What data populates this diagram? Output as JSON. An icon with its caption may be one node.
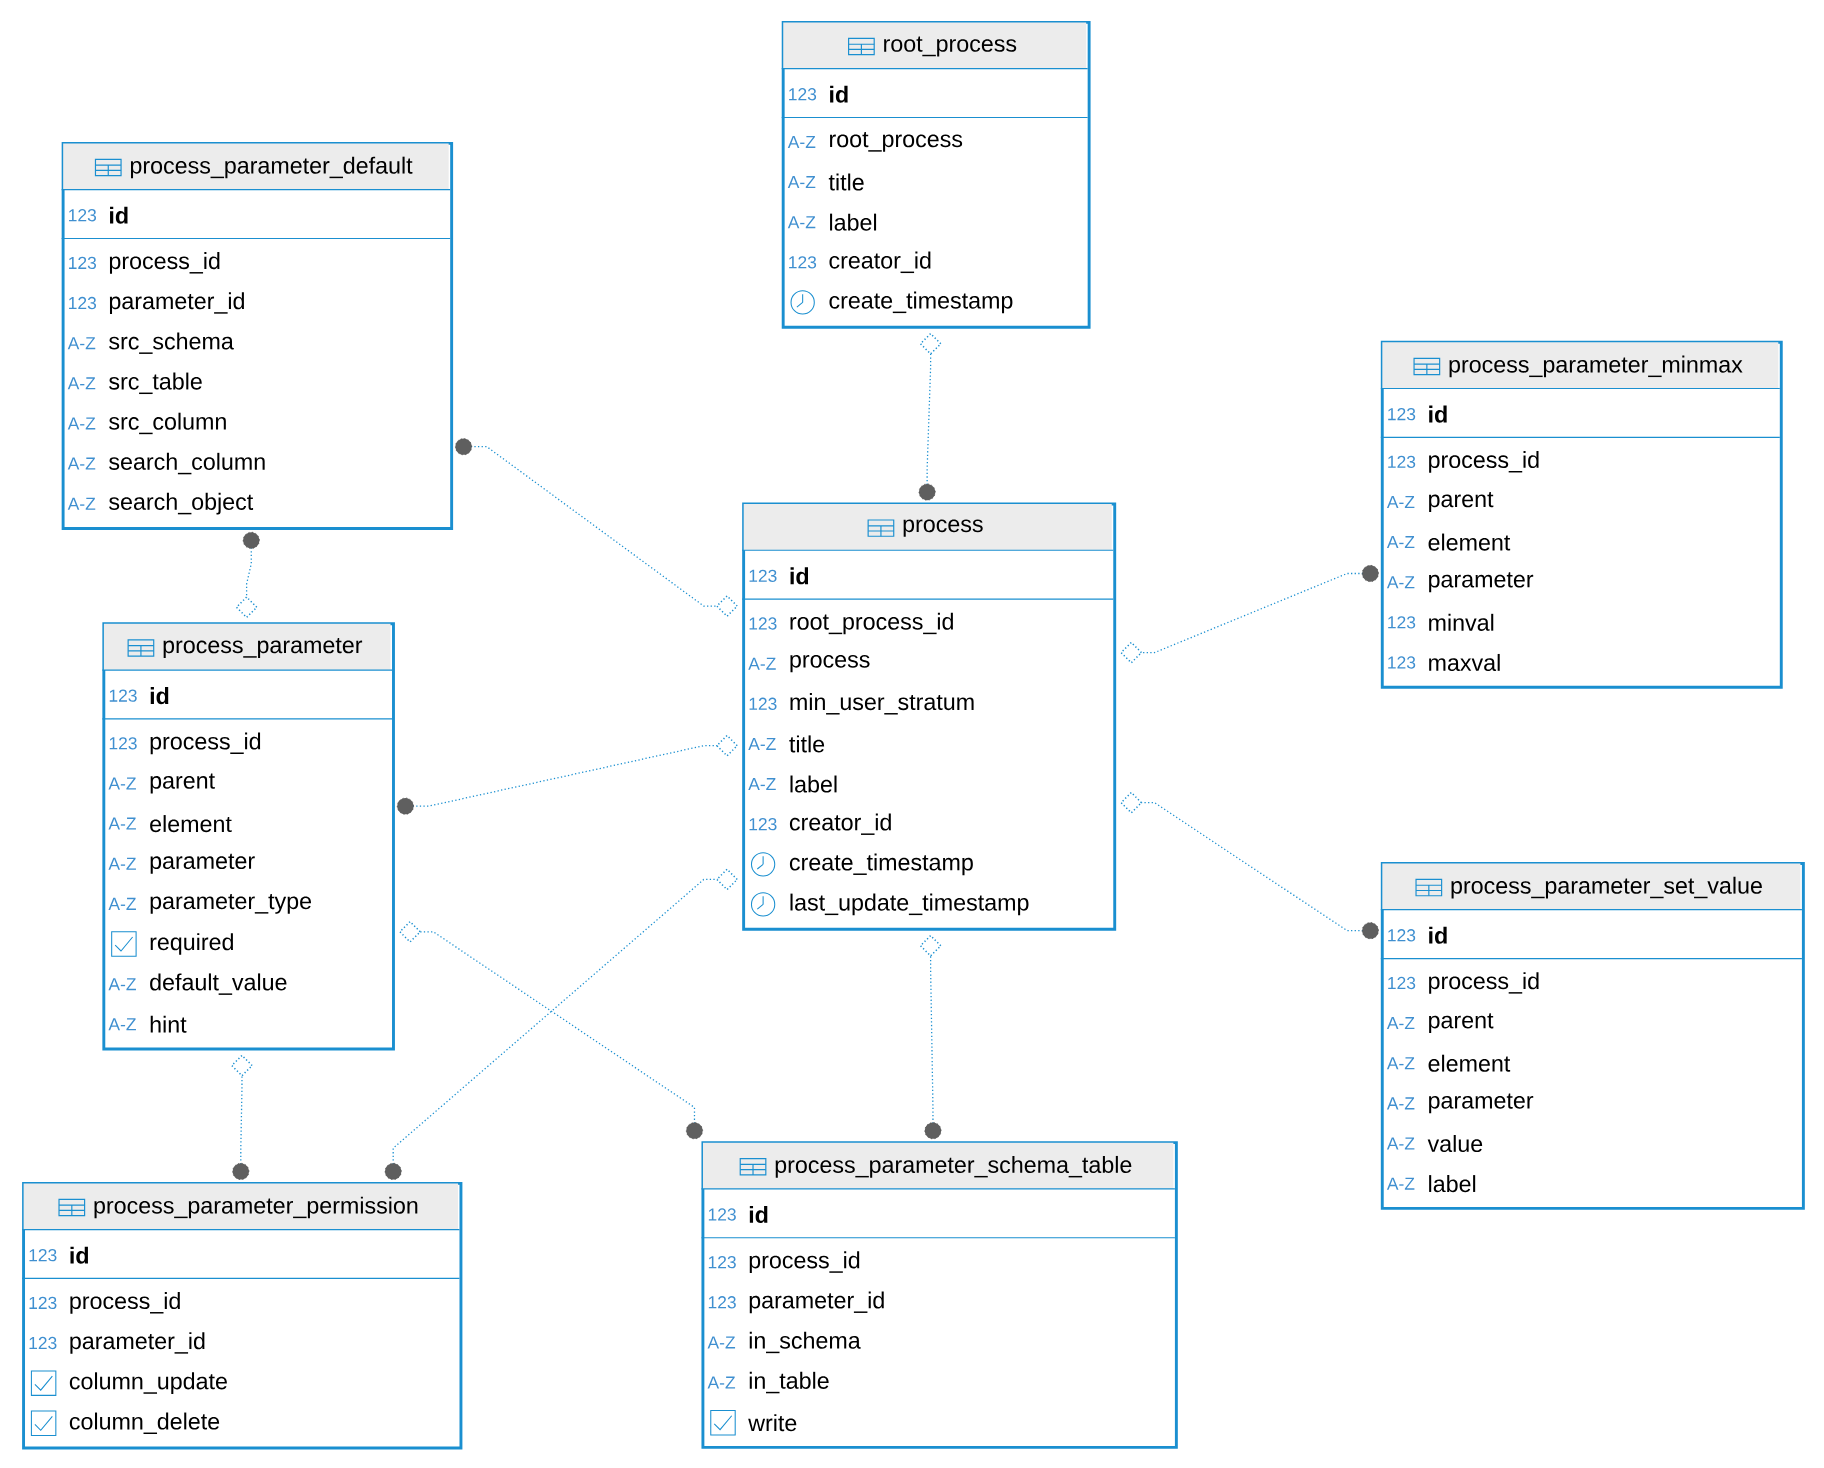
{
  "diagram": {
    "nodes": [
      {
        "text": [
          "root_process",
          "123",
          "id",
          "A-Z",
          "root_process",
          "A-Z",
          "title",
          "A-Z",
          "label",
          "123",
          "creator_id",
          "create_timestamp"
        ]
      },
      {
        "text": [
          "process_parameter_default",
          "123",
          "id",
          "123",
          "process_id",
          "123",
          "parameter_id",
          "A-Z",
          "src_schema",
          "A-Z",
          "src_table",
          "A-Z",
          "src_column",
          "A-Z",
          "search_column",
          "A-Z",
          "search_object"
        ]
      },
      {
        "text": [
          "process_parameter_minmax",
          "123",
          "id",
          "123",
          "process_id",
          "A-Z",
          "parent",
          "A-Z",
          "element",
          "A-Z",
          "parameter",
          "123",
          "minval",
          "123",
          "maxval"
        ]
      },
      {
        "text": [
          "process",
          "123",
          "id",
          "123",
          "root_process_id",
          "A-Z",
          "process",
          "123",
          "min_user_stratum",
          "A-Z",
          "title",
          "A-Z",
          "label",
          "123",
          "creator_id",
          "create_timestamp",
          "last_update_timestamp"
        ]
      },
      {
        "text": [
          "process_parameter",
          "123",
          "id",
          "123",
          "process_id",
          "A-Z",
          "parent",
          "A-Z",
          "element",
          "A-Z",
          "parameter",
          "A-Z",
          "parameter_type",
          "required",
          "A-Z",
          "default_value",
          "A-Z",
          "hint"
        ]
      },
      {
        "text": [
          "process_parameter_set_value",
          "123",
          "id",
          "123",
          "process_id",
          "A-Z",
          "parent",
          "A-Z",
          "element",
          "A-Z",
          "parameter",
          "A-Z",
          "value",
          "A-Z",
          "label"
        ]
      },
      {
        "text": [
          "process_parameter_permission",
          "123",
          "id",
          "123",
          "process_id",
          "123",
          "parameter_id",
          "column_update",
          "column_delete"
        ]
      },
      {
        "text": [
          "process_parameter_schema_table",
          "123",
          "id",
          "123",
          "process_id",
          "123",
          "parameter_id",
          "A-Z",
          "in_schema",
          "A-Z",
          "in_table",
          "write"
        ]
      }
    ],
    "edges": [
      {
        "from": 3,
        "to": 0,
        "arrow": "other"
      },
      {
        "from": 1,
        "to": 3,
        "arrow": "other"
      },
      {
        "from": 1,
        "to": 4,
        "arrow": "other"
      },
      {
        "from": 2,
        "to": 3,
        "arrow": "other"
      },
      {
        "from": 4,
        "to": 3,
        "arrow": "other"
      },
      {
        "from": 5,
        "to": 3,
        "arrow": "other"
      },
      {
        "from": 6,
        "to": 3,
        "arrow": "other"
      },
      {
        "from": 6,
        "to": 4,
        "arrow": "other"
      },
      {
        "from": 7,
        "to": 4,
        "arrow": "other"
      },
      {
        "from": 7,
        "to": 3,
        "arrow": "other"
      }
    ]
  }
}
